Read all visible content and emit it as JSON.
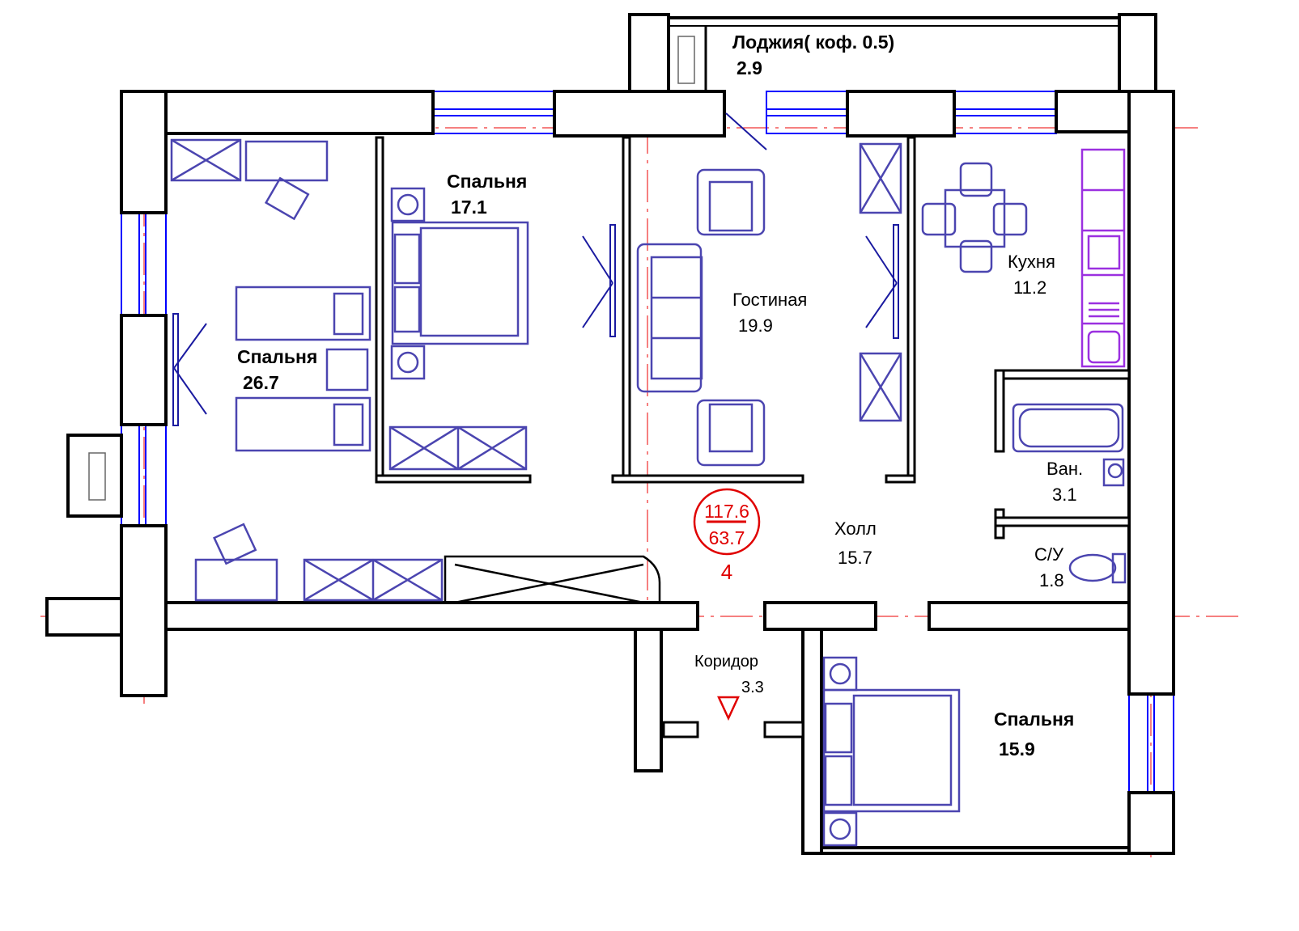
{
  "rooms": {
    "loggia": {
      "name": "Лоджия( коф. 0.5)",
      "area": "2.9"
    },
    "bedroom_top": {
      "name": "Спальня",
      "area": "17.1"
    },
    "bedroom_left": {
      "name": "Спальня",
      "area": "26.7"
    },
    "living": {
      "name": "Гостиная",
      "area": "19.9"
    },
    "kitchen": {
      "name": "Кухня",
      "area": "11.2"
    },
    "bath": {
      "name": "Ван.",
      "area": "3.1"
    },
    "wc": {
      "name": "С/У",
      "area": "1.8"
    },
    "hall": {
      "name": "Холл",
      "area": "15.7"
    },
    "corridor": {
      "name": "Коридор",
      "area": "3.3"
    },
    "bedroom_bottom": {
      "name": "Спальня",
      "area": "15.9"
    }
  },
  "summary": {
    "total_area": "117.6",
    "living_area": "63.7",
    "apartment_number": "4"
  },
  "colors": {
    "walls": "#000000",
    "windows": "#0000ff",
    "furniture": "#4b45b0",
    "kitchen": "#9b30e0",
    "marks": "#e00000"
  }
}
